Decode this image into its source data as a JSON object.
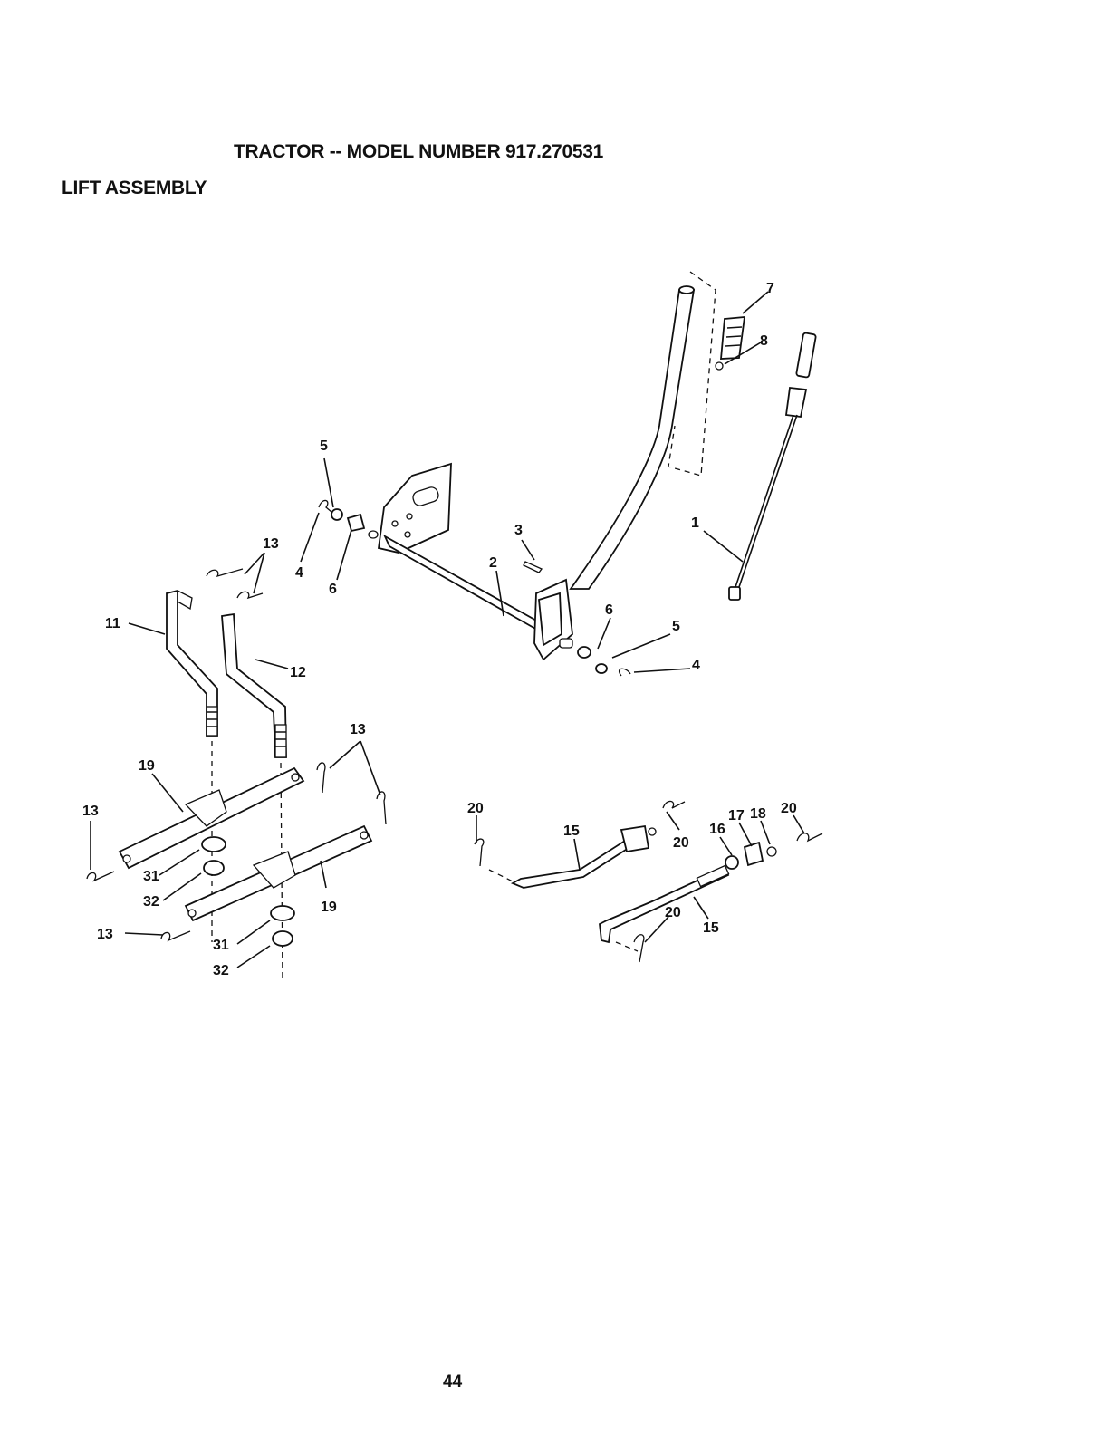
{
  "page": {
    "title": "TRACTOR -- MODEL NUMBER 917.270531",
    "subtitle": "LIFT ASSEMBLY",
    "page_number": "44"
  },
  "diagram": {
    "callouts": [
      "1",
      "2",
      "3",
      "4",
      "4",
      "5",
      "5",
      "6",
      "6",
      "7",
      "8",
      "11",
      "12",
      "13",
      "13",
      "13",
      "13",
      "19",
      "19",
      "31",
      "31",
      "32",
      "32",
      "20",
      "20",
      "20",
      "20",
      "15",
      "15",
      "16",
      "17",
      "18"
    ]
  }
}
